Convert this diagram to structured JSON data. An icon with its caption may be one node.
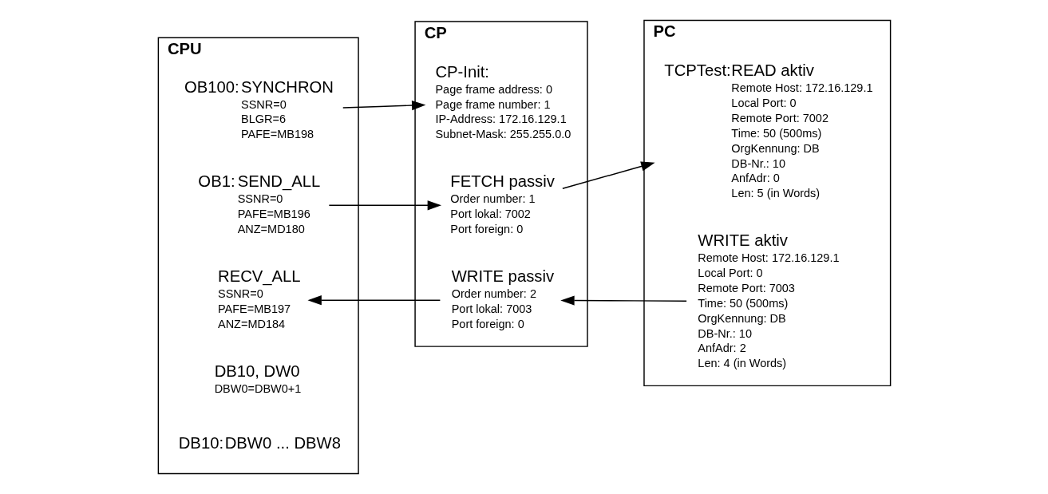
{
  "diagram": {
    "nodes": [
      {
        "text": [
          "CPU"
        ]
      },
      {
        "text": [
          "SYNCHRON",
          "SSNR=0",
          "BLGR=6",
          "PAFE=MB198"
        ],
        "beside": [
          "OB100:"
        ],
        "in": 0
      },
      {
        "text": [
          "SEND_ALL",
          "SSNR=0",
          "PAFE=MB196",
          "ANZ=MD180"
        ],
        "beside": [
          "OB1:"
        ],
        "in": 0
      },
      {
        "text": [
          "RECV_ALL",
          "SSNR=0",
          "PAFE=MB197",
          "ANZ=MD184"
        ],
        "in": 0
      },
      {
        "text": [
          "DB10, DW0",
          "DBW0=DBW0+1"
        ],
        "in": 0
      },
      {
        "text": [
          "DBW0 ... DBW8"
        ],
        "beside": [
          "DB10:"
        ],
        "in": 0
      },
      {
        "text": [
          "CP"
        ]
      },
      {
        "text": [
          "CP-Init:",
          "Page frame address: 0",
          "Page frame number: 1",
          "IP-Address: 172.16.129.1",
          "Subnet-Mask: 255.255.0.0"
        ],
        "in": 6
      },
      {
        "text": [
          "FETCH passiv",
          "Order number: 1",
          "Port lokal: 7002",
          "Port foreign: 0"
        ],
        "in": 6
      },
      {
        "text": [
          "WRITE passiv",
          "Order number: 2",
          "Port lokal: 7003",
          "Port foreign: 0"
        ],
        "in": 6
      },
      {
        "text": [
          "PC"
        ]
      },
      {
        "text": [
          "READ aktiv",
          "Remote Host: 172.16.129.1",
          "Local Port: 0",
          "Remote Port: 7002",
          "Time: 50 (500ms)",
          "OrgKennung: DB",
          "DB-Nr.: 10",
          "AnfAdr: 0",
          "Len: 5 (in Words)"
        ],
        "beside": [
          "TCPTest:"
        ],
        "in": 10
      },
      {
        "text": [
          "WRITE aktiv",
          "Remote Host: 172.16.129.1",
          "Local Port: 0",
          "Remote Port: 7003",
          "Time: 50 (500ms)",
          "OrgKennung: DB",
          "DB-Nr.: 10",
          "AnfAdr: 2",
          "Len: 4 (in Words)"
        ],
        "in": 10
      }
    ],
    "edges": [
      {
        "from": 1,
        "to": 7,
        "arrow": "to"
      },
      {
        "from": 2,
        "to": 8,
        "arrow": "to"
      },
      {
        "from": 9,
        "to": 3,
        "arrow": "to"
      },
      {
        "from": 8,
        "to": 11,
        "arrow": "to"
      },
      {
        "from": 12,
        "to": 9,
        "arrow": "to"
      }
    ]
  }
}
